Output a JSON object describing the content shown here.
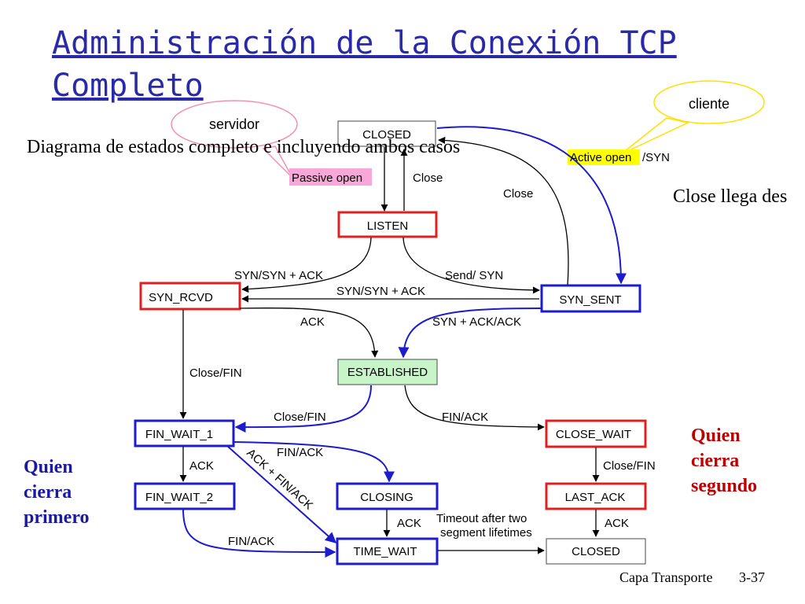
{
  "slide": {
    "title_line1": "Administración de la Conexión TCP",
    "title_line2": "Completo",
    "subtitle": "Diagrama de estados completo e incluyendo ambos casos",
    "side_note": "Close llega des",
    "callouts": {
      "server": "servidor",
      "client": "cliente"
    },
    "first_closer": [
      "Quien",
      "cierra",
      "primero"
    ],
    "second_closer": [
      "Quien",
      "cierra",
      "segundo"
    ],
    "footer": {
      "section": "Capa Transporte",
      "page": "3-37"
    }
  },
  "colors": {
    "title": "#2a2aa8",
    "side_labels": "#c00000",
    "left_label": "#1a1aa0",
    "red_state": "#e02020",
    "blue_state": "#1c1ccc",
    "established_fill": "#c8f5c8",
    "passive_open_fill": "#f7a8d8",
    "active_open_fill": "#ffff00"
  },
  "states": {
    "closed_top": "CLOSED",
    "listen": "LISTEN",
    "syn_rcvd": "SYN_RCVD",
    "syn_sent": "SYN_SENT",
    "established": "ESTABLISHED",
    "fin_wait_1": "FIN_WAIT_1",
    "fin_wait_2": "FIN_WAIT_2",
    "closing": "CLOSING",
    "time_wait": "TIME_WAIT",
    "close_wait": "CLOSE_WAIT",
    "last_ack": "LAST_ACK",
    "closed_bottom": "CLOSED"
  },
  "transitions": {
    "passive_open": "Passive open",
    "close_1": "Close",
    "close_2": "Close",
    "active_open": "Active open",
    "active_open_syn": "/SYN",
    "syn_synack_left": "SYN/SYN + ACK",
    "send_syn": "Send/ SYN",
    "syn_synack_mid": "SYN/SYN + ACK",
    "ack_1": "ACK",
    "synack_ack": "SYN + ACK/ACK",
    "close_fin_left": "Close/FIN",
    "close_fin_mid": "Close/FIN",
    "fin_ack_right": "FIN/ACK",
    "fin_ack_mid": "FIN/ACK",
    "ack_fin1": "ACK",
    "ack_fin_ack": "ACK + FIN/ACK",
    "close_fin_right": "Close/FIN",
    "ack_closing": "ACK",
    "timeout_1": "Timeout after two",
    "timeout_2": "segment lifetimes",
    "ack_last": "ACK",
    "fin_ack_bottom": "FIN/ACK"
  }
}
